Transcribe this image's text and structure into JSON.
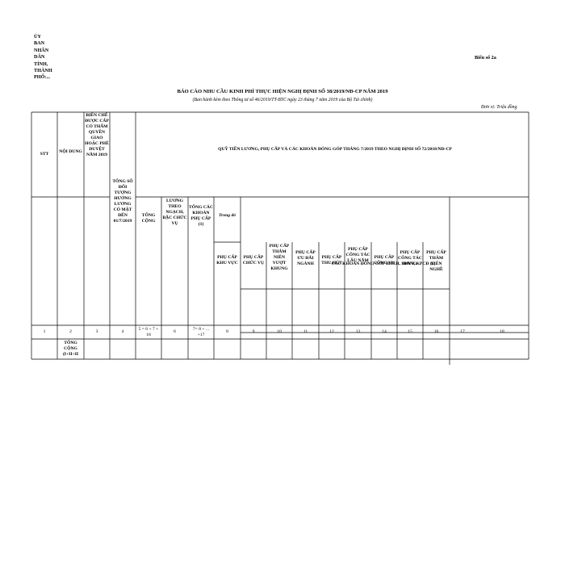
{
  "header": {
    "org_lines": [
      "ỦY",
      "BAN",
      "NHÂN",
      "DÂN",
      "TỈNH,",
      "THÀNH",
      "PHỐ:..."
    ],
    "form_code": "Biểu số 2a",
    "title": "BÁO CÁO NHU CẦU KINH PHÍ THỰC HIỆN NGHỊ ĐỊNH SỐ 38/2019/NĐ-CP NĂM 2019",
    "subtitle": "(Ban hành kèm theo Thông tư số 46/2019/TT-BTC ngày 23 tháng 7 năm 2019 của Bộ Tài chính)",
    "unit": "Đơn vị: Triệu đồng"
  },
  "table": {
    "col_stt": "STT",
    "col_noidung": "NỘI DUNG",
    "col_bienche": "BIÊN CHẾ ĐƯỢC CẤP CÓ THẨM QUYỀN GIAO HOẶC PHÊ DUYỆT NĂM 2019",
    "col_tongso": "TỔNG SỐ ĐỐI TƯỢNG HƯỞNG LƯƠNG CÓ MẶT ĐẾN 01/7/2019",
    "group_quy": "QUỸ TIỀN LƯƠNG, PHỤ CẤP VÀ CÁC KHOẢN ĐÓNG GÓP THÁNG 7/2019 THEO NGHỊ ĐỊNH SỐ 72/2018/NĐ-CP",
    "col_tongcong": "TỔNG CỘNG",
    "col_luong": "LƯƠNG THEO NGẠCH, BẬC CHỨC VỤ",
    "col_phucap": "TỔNG CÁC KHOẢN PHỤ CẤP (1)",
    "col_trongdo": "Trong đó",
    "sub_cols": [
      "PHỤ CẤP KHU VỰC",
      "PHỤ CẤP CHỨC VỤ",
      "PHỤ CẤP THÂM NIÊN VƯỢT KHUNG",
      "PHỤ CẤP ƯU ĐÃI NGÀNH",
      "PHỤ CẤP THU HÚT",
      "PHỤ CẤP CÔNG TÁC LÂU NĂM",
      "PHỤ CẤP CÔNG VỤ",
      "PHỤ CẤP CÔNG TÁC ĐẢNG",
      "PHỤ CẤP THÂM NIÊN NGHỀ"
    ],
    "col_cackhoan": "CÁC KHOẢN ĐÓNG GÓP BHXH, BHYT, KPCĐ (2)",
    "col_numbers": [
      "1",
      "2",
      "3",
      "4",
      "5 = 6 + 7 + 18",
      "6",
      "7= 8 + ... +17",
      "8",
      "9",
      "10",
      "11",
      "12",
      "13",
      "14",
      "15",
      "16",
      "17",
      "18"
    ],
    "total_label": "TỔNG CỘNG (I+II+II"
  }
}
